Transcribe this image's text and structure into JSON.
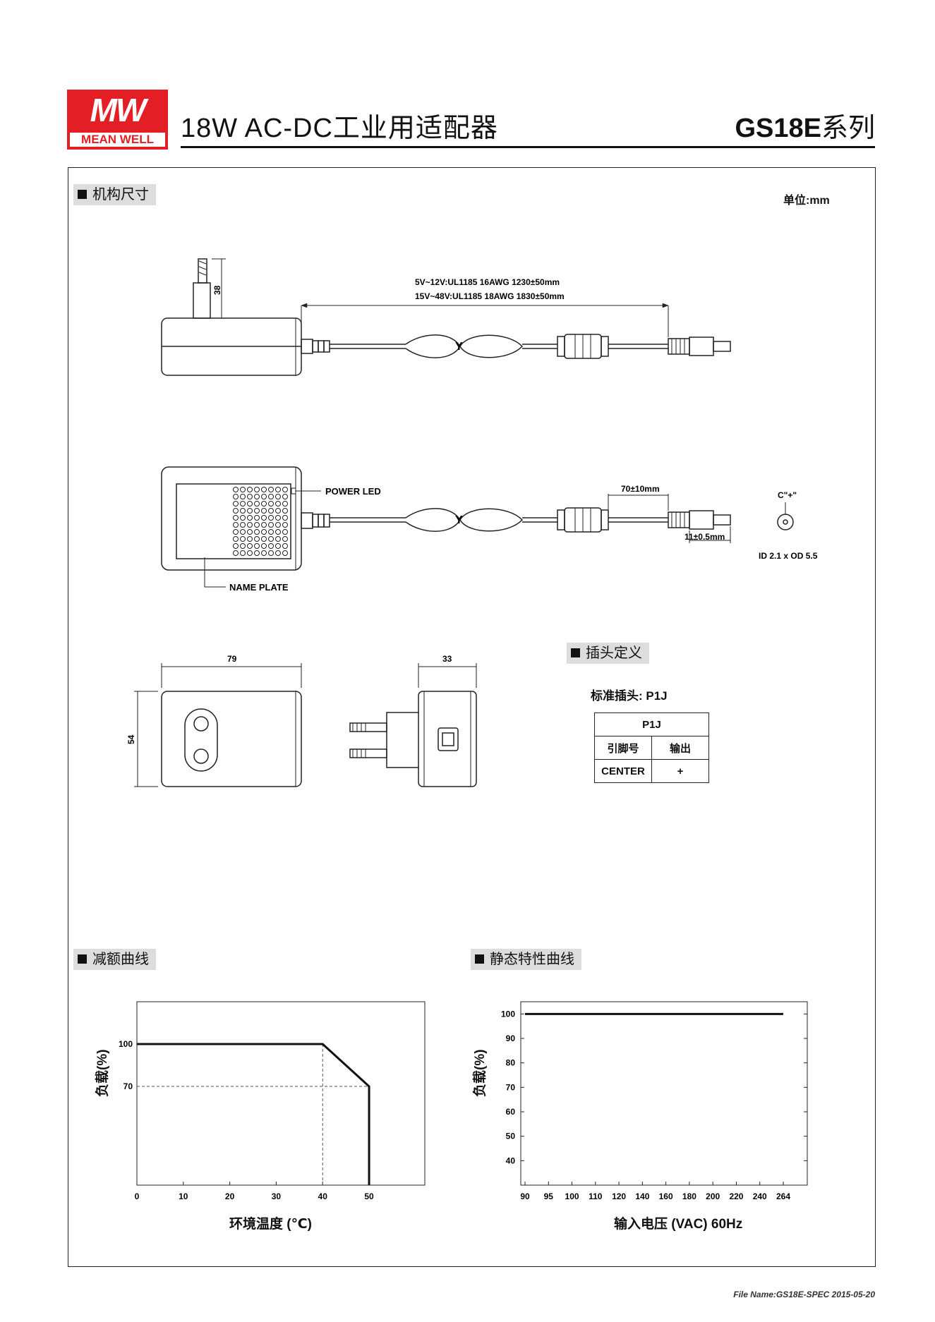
{
  "header": {
    "logo_mark": "MW",
    "logo_text": "MEAN WELL",
    "title": "18W AC-DC工业用适配器",
    "series_model": "GS18E",
    "series_suffix": "系列"
  },
  "sections": {
    "mechanical": "机构尺寸",
    "plug_definition": "插头定义",
    "derating": "减额曲线",
    "static": "静态特性曲线"
  },
  "unit": "单位:mm",
  "drawing": {
    "dim_38": "38",
    "cable_spec_1": "5V~12V:UL1185 16AWG 1230±50mm",
    "cable_spec_2": "15V~48V:UL1185 18AWG 1830±50mm",
    "power_led": "POWER LED",
    "name_plate": "NAME PLATE",
    "dim_70": "70±10mm",
    "dim_11": "11±0.5mm",
    "polarity": "C\"+\"",
    "plug_size": "ID 2.1 x OD 5.5",
    "dim_79": "79",
    "dim_54": "54",
    "dim_33": "33",
    "marker_y": "Y"
  },
  "plug": {
    "standard_label": "标准插头: P1J",
    "table_title": "P1J",
    "col_pin": "引脚号",
    "col_output": "输出",
    "row_pin": "CENTER",
    "row_output": "+"
  },
  "derating_chart": {
    "ylabel": "负载(%)",
    "xlabel": "环境温度 (℃)"
  },
  "static_chart": {
    "ylabel": "负载(%)",
    "xlabel": "输入电压 (VAC) 60Hz"
  },
  "chart_data": [
    {
      "type": "line",
      "title": "减额曲线",
      "xlabel": "环境温度 (℃)",
      "ylabel": "负载(%)",
      "x_ticks": [
        0,
        10,
        20,
        30,
        40,
        50
      ],
      "y_ticks": [
        70,
        100
      ],
      "xlim": [
        0,
        62
      ],
      "ylim": [
        0,
        130
      ],
      "series": [
        {
          "x": [
            0,
            40,
            50,
            50
          ],
          "y": [
            100,
            100,
            70,
            0
          ]
        }
      ],
      "reference_lines": [
        {
          "x": 40
        },
        {
          "y": 70
        }
      ]
    },
    {
      "type": "line",
      "title": "静态特性曲线",
      "xlabel": "输入电压 (VAC) 60Hz",
      "ylabel": "负载(%)",
      "x_categories": [
        "90",
        "95",
        "100",
        "110",
        "120",
        "140",
        "160",
        "180",
        "200",
        "220",
        "240",
        "264"
      ],
      "y_ticks": [
        40,
        50,
        60,
        70,
        80,
        90,
        100
      ],
      "ylim": [
        30,
        105
      ],
      "series": [
        {
          "x": [
            "90",
            "264"
          ],
          "y": [
            100,
            100
          ]
        }
      ]
    }
  ],
  "footer": "File Name:GS18E-SPEC   2015-05-20"
}
